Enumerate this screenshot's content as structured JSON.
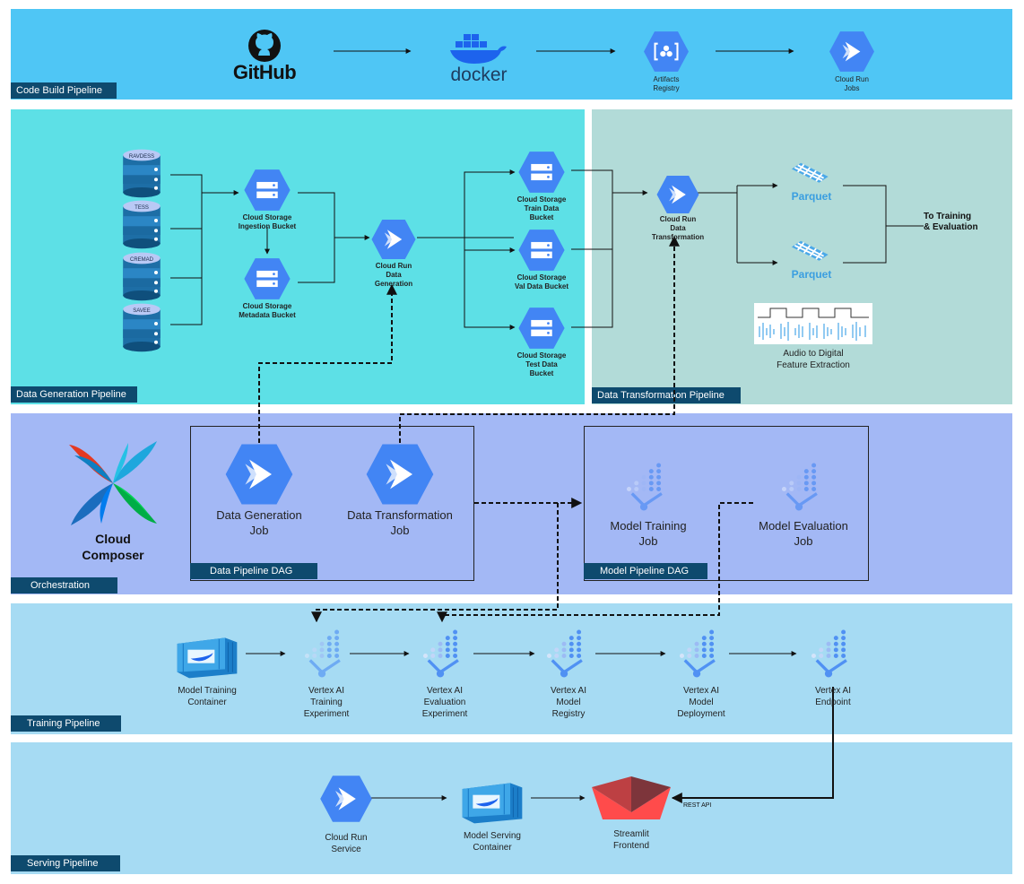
{
  "panels": {
    "code_build": "Code Build Pipeline",
    "data_generation": "Data Generation Pipeline",
    "data_transformation": "Data Transformation Pipeline",
    "orchestration": "Orchestration",
    "training": "Training Pipeline",
    "serving": "Serving Pipeline"
  },
  "code_build": {
    "github": "GitHub",
    "docker": "docker",
    "artifacts": "Artifacts\nRegistry",
    "cloud_run_jobs": "Cloud Run\nJobs"
  },
  "data_generation": {
    "datasets": [
      "RAVDESS",
      "TESS",
      "CREMAD",
      "SAVEE"
    ],
    "ingestion": "Cloud Storage\nIngestion Bucket",
    "metadata": "Cloud Storage\nMetadata Bucket",
    "cloud_run_gen": "Cloud Run\nData\nGeneration",
    "train_bucket": "Cloud Storage\nTrain Data\nBucket",
    "val_bucket": "Cloud Storage\nVal Data Bucket",
    "test_bucket": "Cloud Storage\nTest Data\nBucket"
  },
  "data_transformation": {
    "cloud_run_transform": "Cloud Run\nData\nTransformation",
    "parquet": "Parquet",
    "to_training": "To Training\n& Evaluation",
    "feature_extraction": "Audio to Digital\nFeature Extraction"
  },
  "orchestration": {
    "composer": "Cloud\nComposer",
    "gen_job": "Data Generation\nJob",
    "transform_job": "Data Transformation\nJob",
    "data_dag": "Data Pipeline DAG",
    "train_job": "Model Training\nJob",
    "eval_job": "Model Evaluation\nJob",
    "model_dag": "Model Pipeline DAG"
  },
  "training": {
    "container": "Model Training\nContainer",
    "experiment": "Vertex AI\nTraining\nExperiment",
    "evaluation": "Vertex AI\nEvaluation\nExperiment",
    "registry": "Vertex AI\nModel\nRegistry",
    "deployment": "Vertex AI\nModel\nDeployment",
    "endpoint": "Vertex AI\nEndpoint"
  },
  "serving": {
    "cloud_run_service": "Cloud Run\nService",
    "serving_container": "Model Serving\nContainer",
    "streamlit": "Streamlit\nFrontend",
    "rest_api": "REST API"
  },
  "colors": {
    "code_build_bg": "#4fc6f5",
    "data_gen_bg": "#5de0e6",
    "data_trans_bg": "#b2dbd8",
    "orchestration_bg": "#a3b8f5",
    "training_bg": "#a6dbf3",
    "serving_bg": "#a6dbf3",
    "tag_bg": "#0e4a6e",
    "gcp_blue": "#4285f4"
  }
}
